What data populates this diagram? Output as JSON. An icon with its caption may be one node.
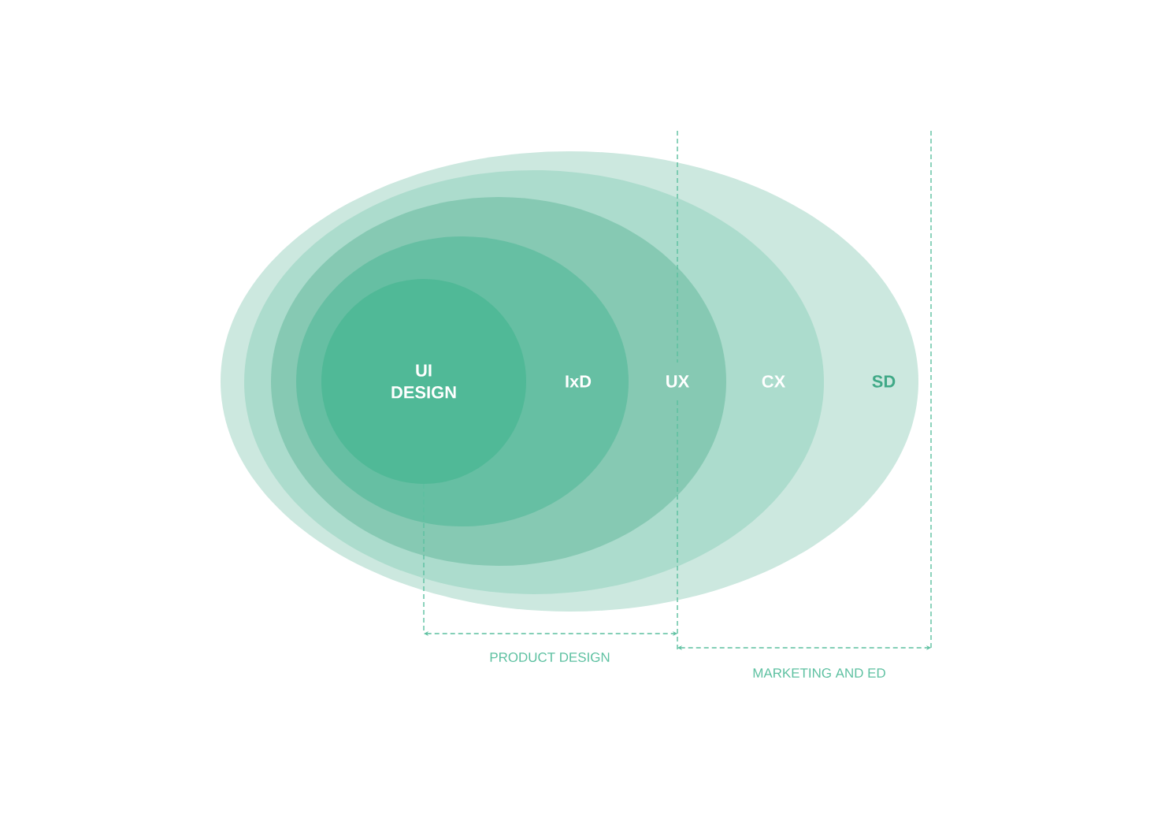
{
  "diagram": {
    "nodes": [
      {
        "text": [
          "SD"
        ]
      },
      {
        "text": [
          "CX"
        ],
        "in": 0
      },
      {
        "text": [
          "UX"
        ],
        "in": 1
      },
      {
        "text": [
          "IxD"
        ],
        "in": 2
      },
      {
        "text": [
          "UI DESIGN"
        ],
        "in": 3
      }
    ],
    "labels": [
      "PRODUCT DESIGN",
      "MARKETING AND ED"
    ]
  }
}
